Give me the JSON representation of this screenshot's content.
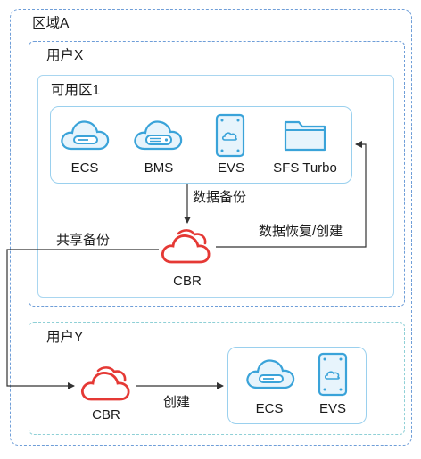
{
  "region": {
    "title": "区域A"
  },
  "user_x": {
    "title": "用户X",
    "az": {
      "title": "可用区1",
      "resources": [
        {
          "label": "ECS",
          "icon": "ecs-cloud-icon"
        },
        {
          "label": "BMS",
          "icon": "bms-cloud-icon"
        },
        {
          "label": "EVS",
          "icon": "evs-disk-icon"
        },
        {
          "label": "SFS Turbo",
          "icon": "sfs-folder-icon"
        }
      ],
      "cbr_label": "CBR"
    }
  },
  "user_y": {
    "title": "用户Y",
    "cbr_label": "CBR",
    "resources": [
      {
        "label": "ECS",
        "icon": "ecs-cloud-icon"
      },
      {
        "label": "EVS",
        "icon": "evs-disk-icon"
      }
    ]
  },
  "arrows": {
    "backup": "数据备份",
    "restore": "数据恢复/创建",
    "share": "共享备份",
    "create": "创建"
  },
  "colors": {
    "icon_blue": "#3aa3d9",
    "icon_fill": "#e7f4fc",
    "cbr_red": "#e53935",
    "dashed_border": "#6f9ed8",
    "arrow": "#333333"
  }
}
